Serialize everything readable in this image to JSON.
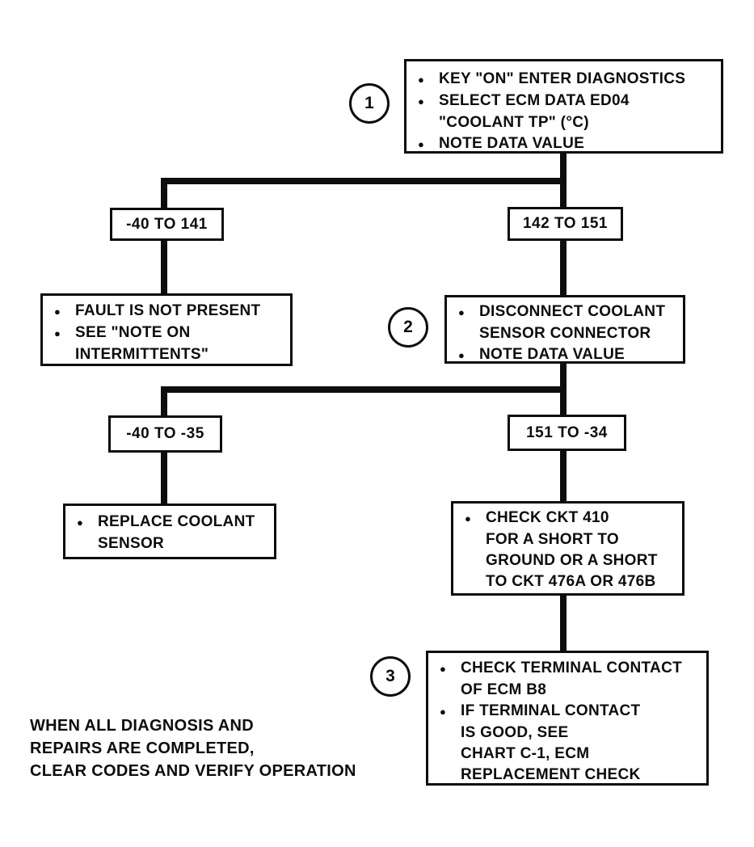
{
  "glyphs": {
    "bullet": "●"
  },
  "colors": {
    "ink": "#0d0d0d",
    "paper": "#ffffff"
  },
  "flow": {
    "step1": {
      "badge": "1",
      "bullets": [
        {
          "lines": [
            "KEY \"ON\" ENTER DIAGNOSTICS"
          ]
        },
        {
          "lines": [
            "SELECT ECM DATA ED04",
            "\"COOLANT TP\" (°C)"
          ]
        },
        {
          "lines": [
            "NOTE DATA VALUE"
          ]
        }
      ]
    },
    "branch1": {
      "left": "-40 TO 141",
      "right": "142 TO 151"
    },
    "fault_box": {
      "bullets": [
        {
          "lines": [
            "FAULT IS NOT PRESENT"
          ]
        },
        {
          "lines": [
            "SEE \"NOTE ON",
            "INTERMITTENTS\""
          ]
        }
      ]
    },
    "step2": {
      "badge": "2",
      "bullets": [
        {
          "lines": [
            "DISCONNECT COOLANT",
            "SENSOR CONNECTOR"
          ]
        },
        {
          "lines": [
            "NOTE DATA VALUE"
          ]
        }
      ]
    },
    "branch2": {
      "left": "-40 TO -35",
      "right": "151 TO -34"
    },
    "replace_box": {
      "bullets": [
        {
          "lines": [
            "REPLACE COOLANT",
            "SENSOR"
          ]
        }
      ]
    },
    "check_ckt_box": {
      "bullets": [
        {
          "lines": [
            "CHECK CKT 410",
            "FOR A SHORT TO",
            "GROUND OR A SHORT",
            "TO CKT 476A OR 476B"
          ]
        }
      ]
    },
    "step3": {
      "badge": "3",
      "bullets": [
        {
          "lines": [
            "CHECK TERMINAL CONTACT",
            "OF ECM B8"
          ]
        },
        {
          "lines": [
            "IF TERMINAL CONTACT",
            "IS GOOD, SEE",
            "CHART C-1, ECM",
            "REPLACEMENT CHECK"
          ]
        }
      ]
    },
    "note": {
      "lines": [
        "WHEN ALL DIAGNOSIS AND",
        "REPAIRS ARE COMPLETED,",
        "CLEAR CODES AND VERIFY OPERATION"
      ]
    }
  }
}
